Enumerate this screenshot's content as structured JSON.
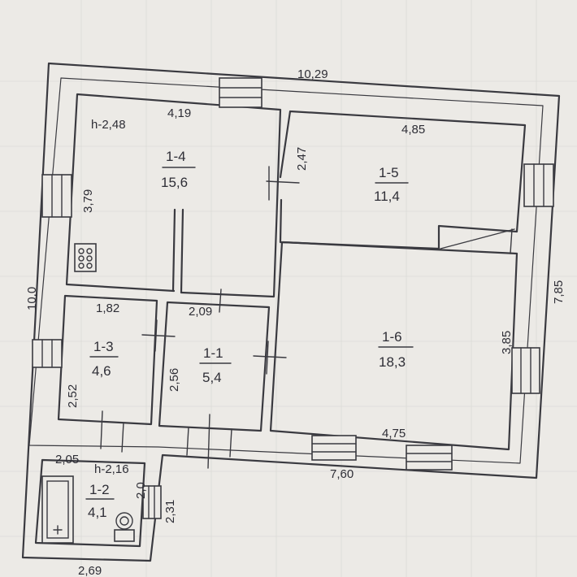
{
  "plan": {
    "height_main": "h-2,48",
    "height_annex": "h-2,16",
    "outer": {
      "top": "10,29",
      "left": "10,0",
      "right": "7,85",
      "bottom": "7,60",
      "annex_bottom": "2,69"
    },
    "rooms": [
      {
        "id": "1-4",
        "area": "15,6",
        "dims": [
          "4,19",
          "3,79"
        ]
      },
      {
        "id": "1-5",
        "area": "11,4",
        "dims": [
          "4,85",
          "2,47"
        ]
      },
      {
        "id": "1-6",
        "area": "18,3",
        "dims": [
          "3,85",
          "4,75"
        ]
      },
      {
        "id": "1-3",
        "area": "4,6",
        "dims": [
          "1,82",
          "2,52"
        ]
      },
      {
        "id": "1-1",
        "area": "5,4",
        "dims": [
          "2,09",
          "2,56"
        ]
      },
      {
        "id": "1-2",
        "area": "4,1",
        "dims": [
          "2,05",
          "2,0",
          "2,31"
        ]
      }
    ]
  }
}
